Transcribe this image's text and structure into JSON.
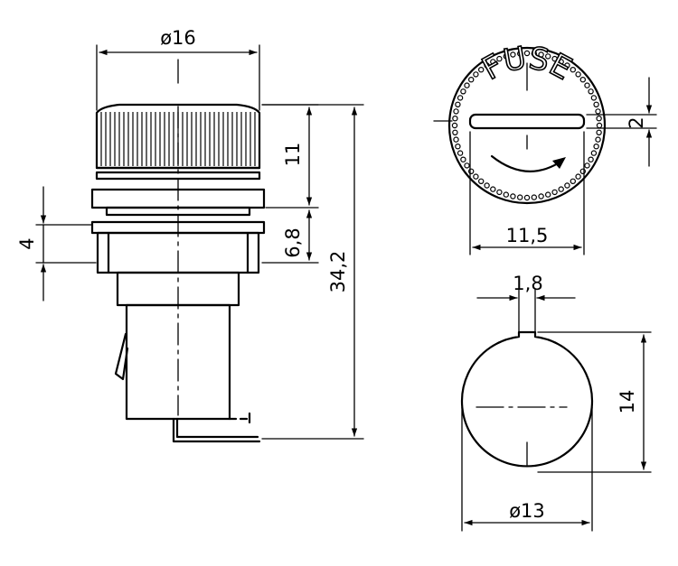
{
  "side_view": {
    "dim_diameter": "ø16",
    "dim_cap_height": "11",
    "dim_body_height": "6,8",
    "dim_total_height": "34,2",
    "dim_panel": "4"
  },
  "top_view": {
    "cap_text": "FUSE",
    "dim_slot_width": "2",
    "dim_slot_length": "11,5"
  },
  "cutout_view": {
    "dim_key_width": "1,8",
    "dim_height": "14",
    "dim_diameter": "ø13"
  },
  "icons": [
    "arrow-right-icon",
    "arrow-left-icon",
    "arrow-up-icon",
    "arrow-down-icon",
    "curved-arrow-icon"
  ]
}
